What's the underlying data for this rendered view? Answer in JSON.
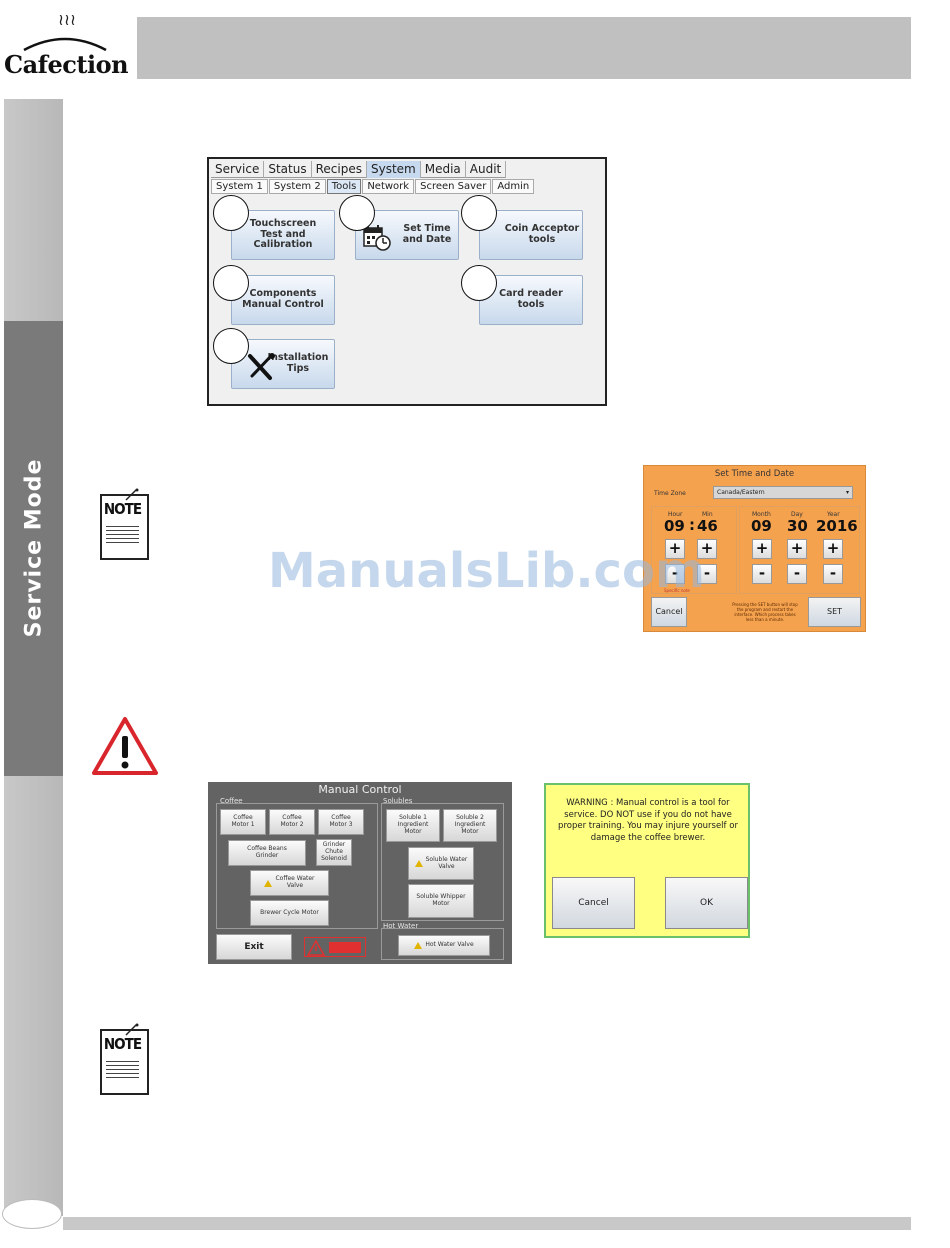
{
  "brand": {
    "name": "Cafection",
    "steam": "≀≀≀"
  },
  "sidebar": {
    "label": "Service Mode"
  },
  "tools_screen": {
    "main_tabs": [
      "Service",
      "Status",
      "Recipes",
      "System",
      "Media",
      "Audit"
    ],
    "main_active": "System",
    "sub_tabs": [
      "System 1",
      "System 2",
      "Tools",
      "Network",
      "Screen Saver",
      "Admin"
    ],
    "sub_active": "Tools",
    "buttons": {
      "touchscreen": "Touchscreen\nTest and\nCalibration",
      "set_time": "Set Time\nand Date",
      "coin": "Coin Acceptor\ntools",
      "components": "Components\nManual Control",
      "card_reader": "Card reader\ntools",
      "installation": "Installation\nTips"
    }
  },
  "note_label": "NOTE",
  "watermark": "ManualsLib.com",
  "set_time_date": {
    "title": "Set Time and Date",
    "time_zone_label": "Time Zone",
    "time_zone_value": "Canada/Eastern",
    "hour_label": "Hour",
    "hour": "09",
    "min_label": "Min",
    "min": "46",
    "month_label": "Month",
    "month": "09",
    "day_label": "Day",
    "day": "30",
    "year_label": "Year",
    "year": "2016",
    "colon": ":",
    "plus": "+",
    "minus": "-",
    "warning": "Specific note",
    "cancel": "Cancel",
    "set": "SET",
    "note": "Pressing the SET button will stop the program and restart the interface. Which process takes less than a minute."
  },
  "manual_control": {
    "title": "Manual Control",
    "groups": {
      "coffee": "Coffee",
      "solubles": "Solubles",
      "hot_water": "Hot Water"
    },
    "buttons": {
      "coffee_motor_1": "Coffee\nMotor 1",
      "coffee_motor_2": "Coffee\nMotor 2",
      "coffee_motor_3": "Coffee\nMotor 3",
      "beans_grinder": "Coffee Beans\nGrinder",
      "grinder_chute": "Grinder\nChute\nSolenoid",
      "coffee_water_valve": "Coffee Water\nValve",
      "brewer_cycle_motor": "Brewer Cycle Motor",
      "soluble_1": "Soluble 1\nIngredient\nMotor",
      "soluble_2": "Soluble 2\nIngredient\nMotor",
      "soluble_water_valve": "Soluble Water\nValve",
      "soluble_whipper": "Soluble Whipper\nMotor",
      "hot_water_valve": "Hot Water Valve"
    },
    "exit": "Exit"
  },
  "warning_dialog": {
    "text": "WARNING : Manual control is a tool for service. DO NOT use if you do not have proper training. You may injure yourself or damage the coffee brewer.",
    "cancel": "Cancel",
    "ok": "OK"
  },
  "colors": {
    "header_bar": "#c0c0c0",
    "sidebar_active": "#7a7a7a",
    "set_time_bg": "#f5a24f",
    "manual_control_bg": "#636363",
    "warning_dialog_bg": "#ffff82",
    "warning_triangle": "#d9262c"
  }
}
